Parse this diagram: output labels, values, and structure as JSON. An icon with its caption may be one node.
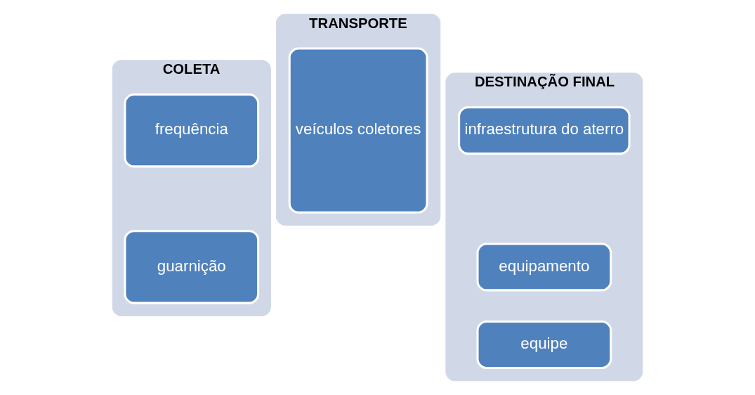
{
  "diagram": {
    "nodes": [
      {
        "text": [
          "COLETA"
        ]
      },
      {
        "text": [
          "frequência"
        ],
        "in": 0
      },
      {
        "text": [
          "guarnição"
        ],
        "in": 0
      },
      {
        "text": [
          "TRANSPORTE"
        ]
      },
      {
        "text": [
          "veículos coletores"
        ],
        "in": 3
      },
      {
        "text": [
          "DESTINAÇÃO FINAL"
        ]
      },
      {
        "text": [
          "infraestrutura do aterro"
        ],
        "in": 5
      },
      {
        "text": [
          "equipamento"
        ],
        "in": 5
      },
      {
        "text": [
          "equipe"
        ],
        "in": 5
      }
    ]
  }
}
